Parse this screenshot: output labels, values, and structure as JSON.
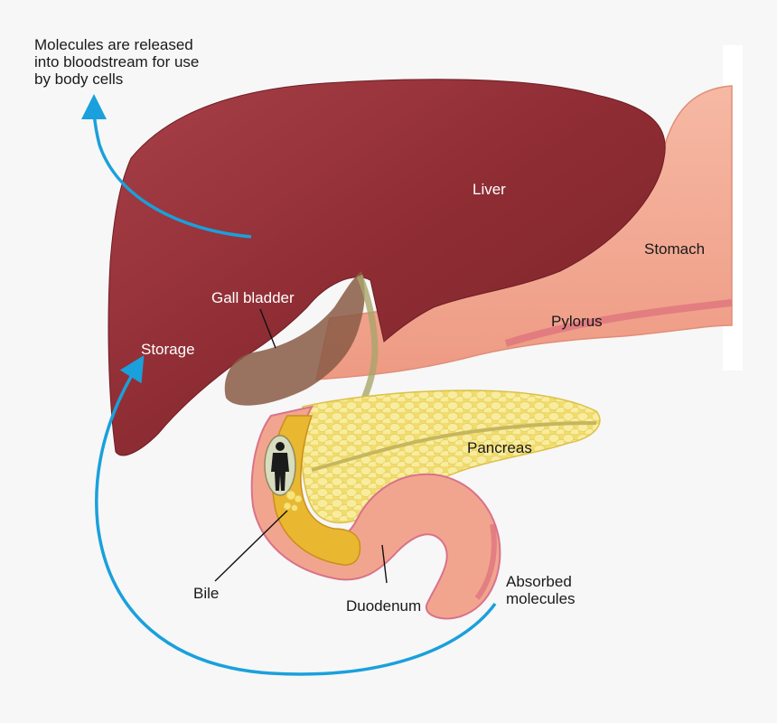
{
  "labels": {
    "released": "Molecules are released\ninto bloodstream for use\nby body cells",
    "liver": "Liver",
    "stomach": "Stomach",
    "gall_bladder": "Gall bladder",
    "pylorus": "Pylorus",
    "storage": "Storage",
    "pancreas": "Pancreas",
    "bile": "Bile",
    "duodenum": "Duodenum",
    "absorbed": "Absorbed\nmolecules"
  },
  "colors": {
    "liver": "#8e2c33",
    "stomach": "#f2a58e",
    "pancreas": "#f3e07a",
    "bile": "#e9b730",
    "gall_bladder": "#8a5a45",
    "arrow": "#1aa0dc"
  },
  "icons": {
    "person": "person-silhouette-icon"
  }
}
